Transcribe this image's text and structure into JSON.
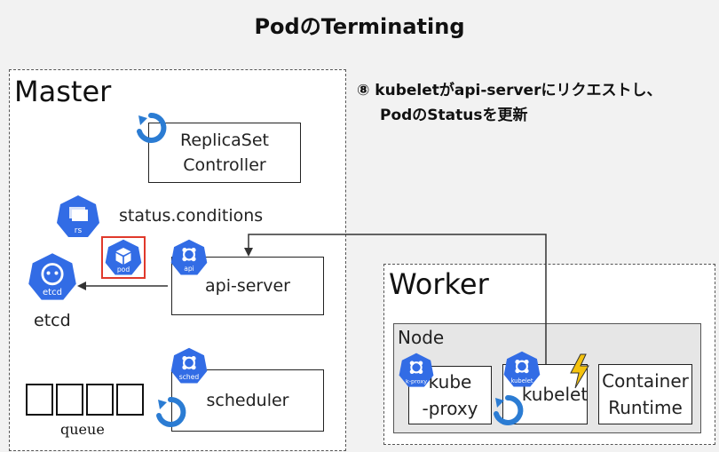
{
  "title": "PodのTerminating",
  "master": {
    "label": "Master",
    "replicaset": [
      "ReplicaSet",
      "Controller"
    ],
    "status_text": "status.conditions",
    "rs_icon": "rs",
    "pod_icon": "pod",
    "api_icon": "api",
    "api_server": "api-server",
    "etcd_icon": "etcd",
    "etcd_label": "etcd",
    "sched_icon": "sched",
    "scheduler": "scheduler",
    "queue_label": "queue"
  },
  "step_note": [
    "⑧ kubeletがapi-serverにリクエストし、",
    "PodのStatusを更新"
  ],
  "worker": {
    "label": "Worker",
    "node_label": "Node",
    "kproxy_icon": "k-proxy",
    "kube_proxy": [
      "kube",
      "-proxy"
    ],
    "kubelet_icon": "kubelet",
    "kubelet": "kubelet",
    "container_runtime": [
      "Container",
      "Runtime"
    ]
  },
  "colors": {
    "k8s_blue": "#326ce5",
    "pod_highlight": "#e0392b",
    "refresh": "#2b7cd3",
    "lightning": "#f4c20d"
  },
  "icons": [
    "refresh-icon",
    "lightning-icon",
    "k8s-hex-icon"
  ]
}
